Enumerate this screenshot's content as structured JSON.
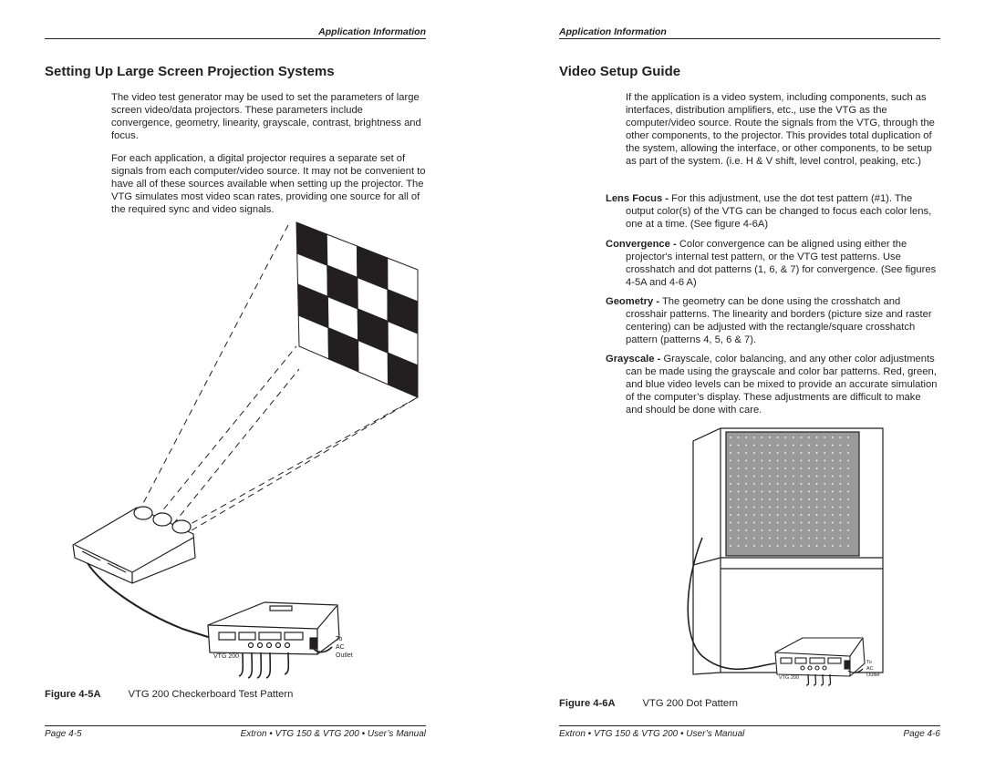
{
  "left_page": {
    "header": "Application Information",
    "heading": "Setting Up Large Screen Projection Systems",
    "paragraphs": [
      "The video test generator may be used to set the parameters of large screen video/data projectors. These parameters include convergence, geometry, linearity, grayscale, contrast, brightness and focus.",
      "For each application, a digital projector requires a separate set of signals from each computer/video source. It may not be convenient to have all of these sources available when setting up the projector. The VTG simulates most video scan rates, providing one source for all of the required sync and video signals."
    ],
    "figure": {
      "number": "Figure 4-5A",
      "title": "VTG 200 Checkerboard Test Pattern",
      "device_label": "VTG 200",
      "outlet_label": [
        "To",
        "AC",
        "Outlet"
      ]
    },
    "footer_page": "Page 4-5",
    "footer_title": "Extron • VTG 150 & VTG 200 • User’s Manual"
  },
  "right_page": {
    "header": "Application Information",
    "heading": "Video Setup Guide",
    "intro": "If the application is a video system, including components, such as interfaces, distribution amplifiers, etc., use the VTG as the computer/video source. Route the signals from the VTG, through the other components, to the projector. This provides total duplication of the system, allowing the interface, or other components, to be setup as part of the system. (i.e. H & V shift, level control, peaking, etc.)",
    "items": [
      {
        "term": "Lens Focus -",
        "text": " For this adjustment, use the dot test pattern (#1). The output color(s) of the VTG can be changed to focus each color lens, one at a time. (See figure 4-6A)"
      },
      {
        "term": "Convergence -",
        "text": " Color convergence can be aligned using either the projector's internal test pattern, or the VTG test patterns. Use crosshatch and dot patterns (1, 6, & 7) for convergence. (See figures 4-5A and 4-6 A)"
      },
      {
        "term": "Geometry -",
        "text": " The geometry can be done using the crosshatch and crosshair patterns. The linearity and borders (picture size and raster centering) can be adjusted with the rectangle/square crosshatch pattern (patterns 4, 5, 6 & 7)."
      },
      {
        "term": "Grayscale -",
        "text": " Grayscale, color balancing, and any other color adjustments can be made using the grayscale and color bar patterns. Red, green, and blue video levels can be mixed to provide an accurate simulation of the computer’s display. These adjustments are difficult to make and should be done with care."
      }
    ],
    "figure": {
      "number": "Figure 4-6A",
      "title": "VTG 200 Dot Pattern",
      "device_label": "VTG 200",
      "outlet_label": [
        "To",
        "AC",
        "Outlet"
      ]
    },
    "footer_title": "Extron • VTG 150 & VTG 200 • User’s Manual",
    "footer_page": "Page 4-6"
  }
}
